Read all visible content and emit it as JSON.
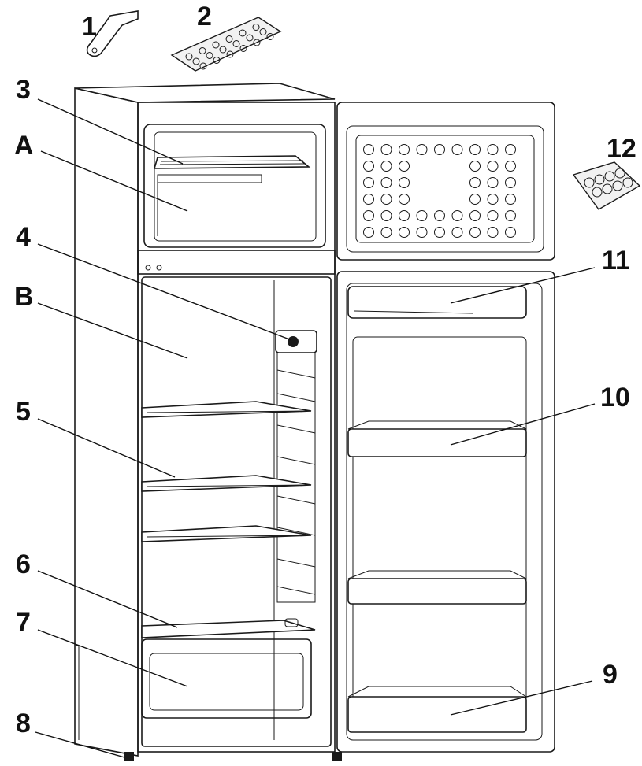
{
  "callouts": {
    "c1": "1",
    "c2": "2",
    "c3": "3",
    "cA": "A",
    "c4": "4",
    "cB": "B",
    "c5": "5",
    "c6": "6",
    "c7": "7",
    "c8": "8",
    "c9": "9",
    "c10": "10",
    "c11": "11",
    "c12": "12"
  },
  "colors": {
    "line": "#1a1a1a",
    "background": "#ffffff"
  }
}
